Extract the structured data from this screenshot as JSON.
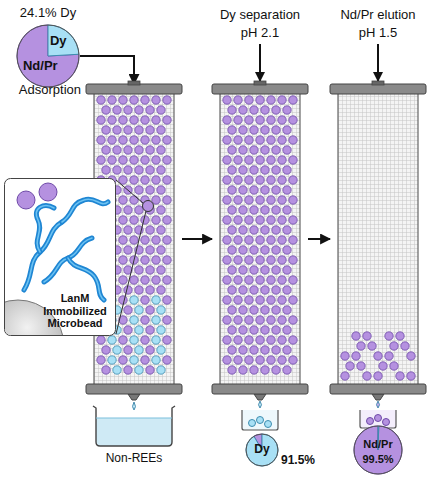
{
  "diagram": {
    "nodes": [
      {
        "text": [
          "24.1% Dy",
          "Dy",
          "Nd/Pr"
        ]
      },
      {
        "text": [
          "Adsorption"
        ]
      },
      {
        "text": [
          "Dy separation",
          "pH 2.1"
        ]
      },
      {
        "text": [
          "Nd/Pr elution",
          "pH 1.5"
        ]
      },
      {
        "text": [
          "LanM Immobilized Microbead"
        ]
      },
      {
        "text": [
          "Non-REEs"
        ]
      },
      {
        "text": [
          "Dy",
          "91.5%"
        ]
      },
      {
        "text": [
          "Nd/Pr",
          "99.5%"
        ]
      }
    ],
    "edges": [
      {
        "from": 0,
        "to": 1,
        "arrow": "to"
      },
      {
        "from": 1,
        "to": 2,
        "arrow": "to"
      },
      {
        "from": 2,
        "to": 3,
        "arrow": "to"
      }
    ]
  }
}
